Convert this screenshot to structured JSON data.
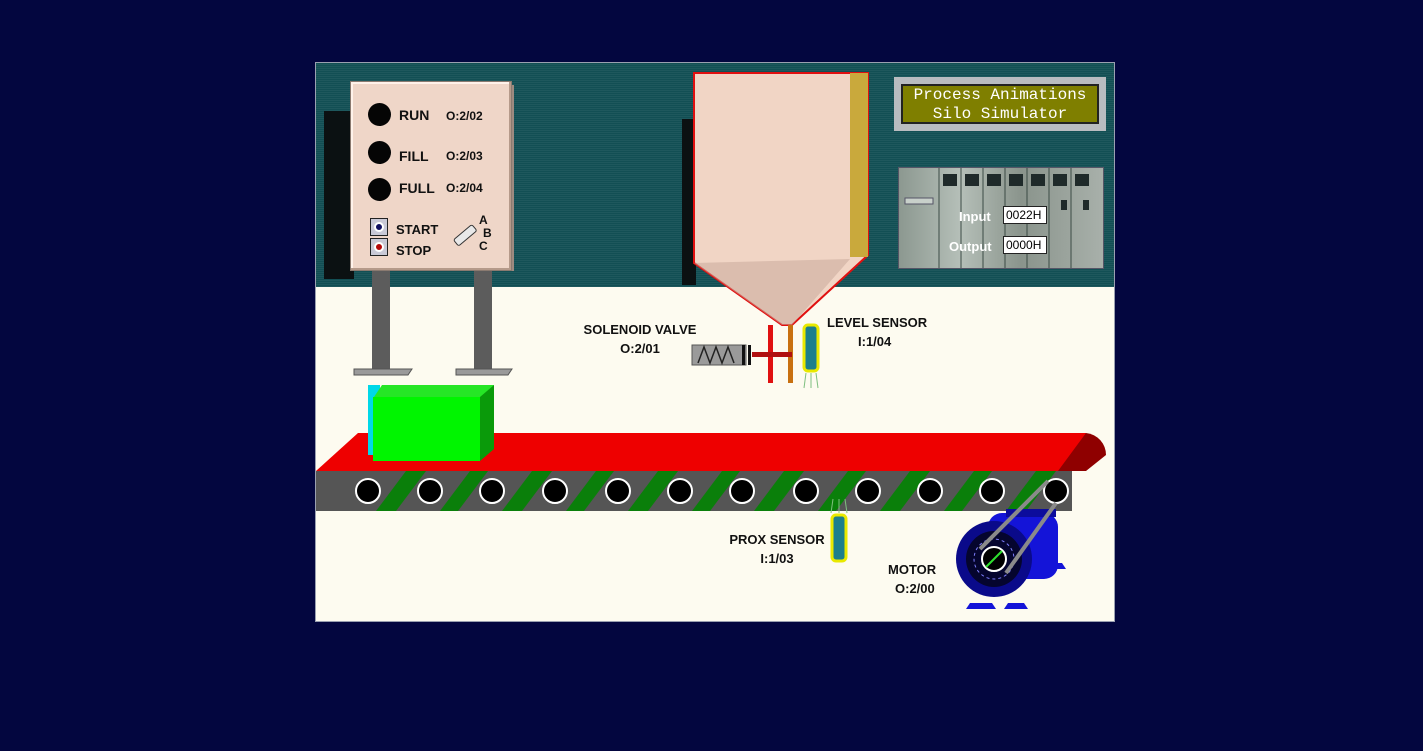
{
  "title": {
    "line1": "Process Animations",
    "line2": "Silo Simulator"
  },
  "panel": {
    "lamps": [
      {
        "label": "RUN",
        "address": "O:2/02"
      },
      {
        "label": "FILL",
        "address": "O:2/03"
      },
      {
        "label": "FULL",
        "address": "O:2/04"
      }
    ],
    "start_label": "START",
    "stop_label": "STOP",
    "selector": {
      "a": "A",
      "b": "B",
      "c": "C"
    }
  },
  "plc": {
    "input_label": "Input",
    "input_value": "0022H",
    "output_label": "Output",
    "output_value": "0000H"
  },
  "solenoid": {
    "label": "SOLENOID VALVE",
    "address": "O:2/01"
  },
  "level_sensor": {
    "label": "LEVEL SENSOR",
    "address": "I:1/04"
  },
  "prox_sensor": {
    "label": "PROX SENSOR",
    "address": "I:1/03"
  },
  "motor": {
    "label": "MOTOR",
    "address": "O:2/00"
  },
  "colors": {
    "background": "#03063f",
    "belt": "#ee0000",
    "box": "#00f500",
    "motor": "#1414d8"
  }
}
